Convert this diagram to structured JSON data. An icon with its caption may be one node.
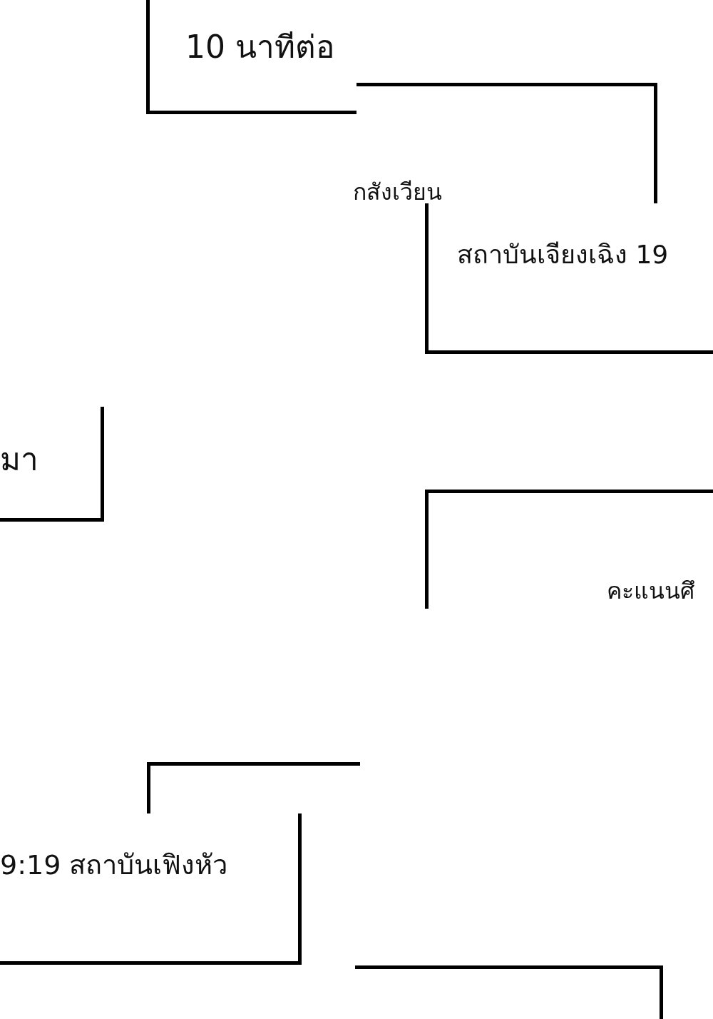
{
  "diagram": {
    "nodes": [
      {
        "text": [
          "10 นาทีต่อ"
        ]
      },
      {
        "text": [],
        "shape": "box"
      },
      {
        "text": [
          "สถาบันเจียงเฉิง 19"
        ]
      },
      {
        "text": [
          "มา"
        ]
      },
      {
        "text": [
          "คะแนนศึ"
        ]
      },
      {
        "text": [],
        "shape": "box"
      },
      {
        "text": [
          "9:19 สถาบันเฟิงหัว"
        ]
      },
      {
        "text": [],
        "shape": "box"
      }
    ],
    "labels": [
      "กสังเวียน"
    ]
  }
}
